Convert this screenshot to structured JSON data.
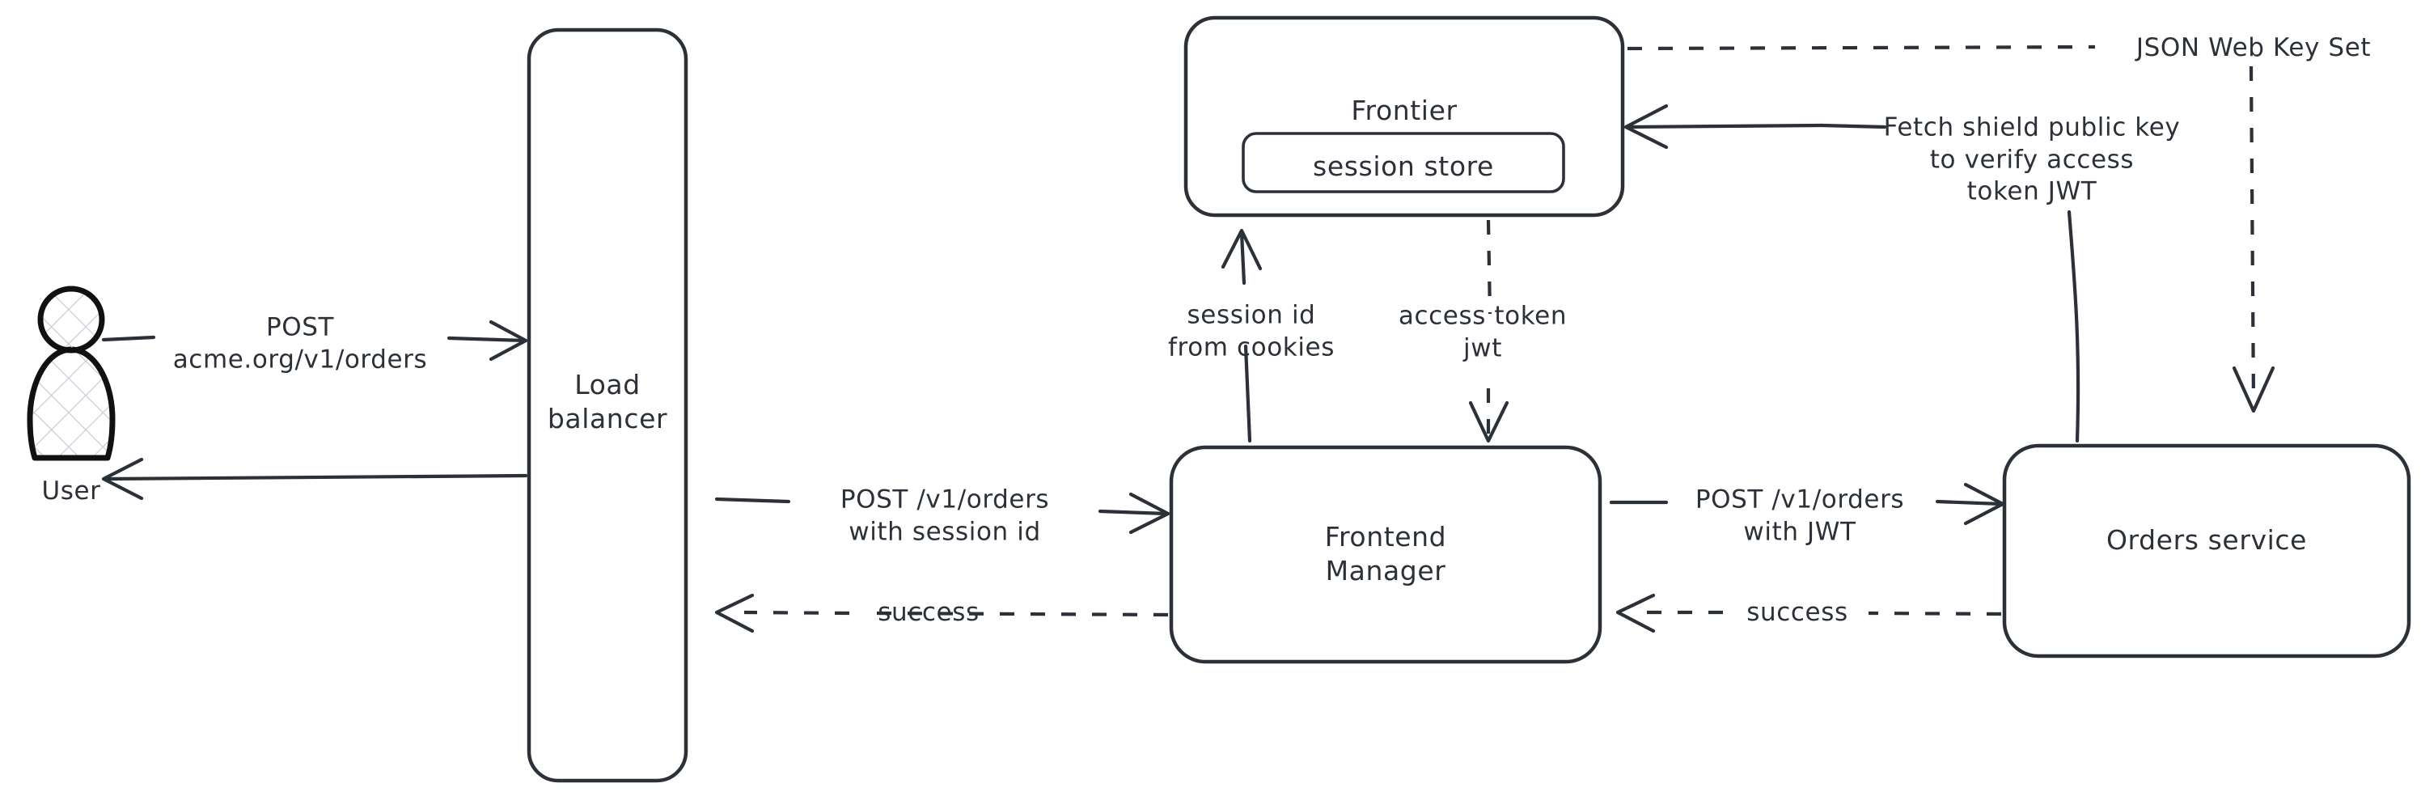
{
  "diagram": {
    "title": "Order request authentication flow",
    "style": {
      "stroke_color": "#2c3138",
      "background": "#ffffff",
      "hatch_color": "#c7ccd6"
    },
    "actors": [
      {
        "id": "user",
        "label": "User",
        "icon": "user-person-icon"
      }
    ],
    "nodes": [
      {
        "id": "load-balancer",
        "label": "Load\nbalancer"
      },
      {
        "id": "frontier",
        "label": "Frontier"
      },
      {
        "id": "session-store",
        "label": "session store"
      },
      {
        "id": "frontend-manager",
        "label": "Frontend\nManager"
      },
      {
        "id": "orders-service",
        "label": "Orders service"
      }
    ],
    "edges": [
      {
        "id": "user-to-lb",
        "label": "POST\nacme.org/v1/orders",
        "style": "solid",
        "direction": "right"
      },
      {
        "id": "lb-to-user",
        "label": "",
        "style": "solid",
        "direction": "left"
      },
      {
        "id": "lb-to-fm",
        "label": "POST /v1/orders\nwith session id",
        "style": "solid",
        "direction": "right"
      },
      {
        "id": "fm-to-lb",
        "label": "success",
        "style": "dashed",
        "direction": "left"
      },
      {
        "id": "fm-to-frontier",
        "label": "session id\nfrom cookies",
        "style": "solid",
        "direction": "up"
      },
      {
        "id": "frontier-to-fm",
        "label": "access token\njwt",
        "style": "dashed",
        "direction": "down"
      },
      {
        "id": "fm-to-orders",
        "label": "POST /v1/orders\nwith JWT",
        "style": "solid",
        "direction": "right"
      },
      {
        "id": "orders-to-fm",
        "label": "success",
        "style": "dashed",
        "direction": "left"
      },
      {
        "id": "orders-to-frontier",
        "label": "Fetch shield public key\nto verify access\ntoken JWT",
        "style": "solid",
        "direction": "left"
      },
      {
        "id": "frontier-to-orders",
        "label": "JSON Web Key Set",
        "style": "dashed",
        "direction": "down"
      }
    ],
    "labels": {
      "user": "User",
      "load_balancer": "Load\nbalancer",
      "frontier": "Frontier",
      "session_store": "session store",
      "frontend_manager": "Frontend\nManager",
      "orders_service": "Orders service",
      "post_acme_orders": "POST\nacme.org/v1/orders",
      "post_v1_orders_session": "POST /v1/orders\nwith session id",
      "success_lb": "success",
      "session_id_cookies": "session id\nfrom cookies",
      "access_token_jwt": "access token\njwt",
      "post_v1_orders_jwt": "POST /v1/orders\nwith JWT",
      "success_orders": "success",
      "fetch_shield_key": "Fetch shield public key\nto verify access\ntoken JWT",
      "json_web_key_set": "JSON Web Key Set"
    }
  }
}
